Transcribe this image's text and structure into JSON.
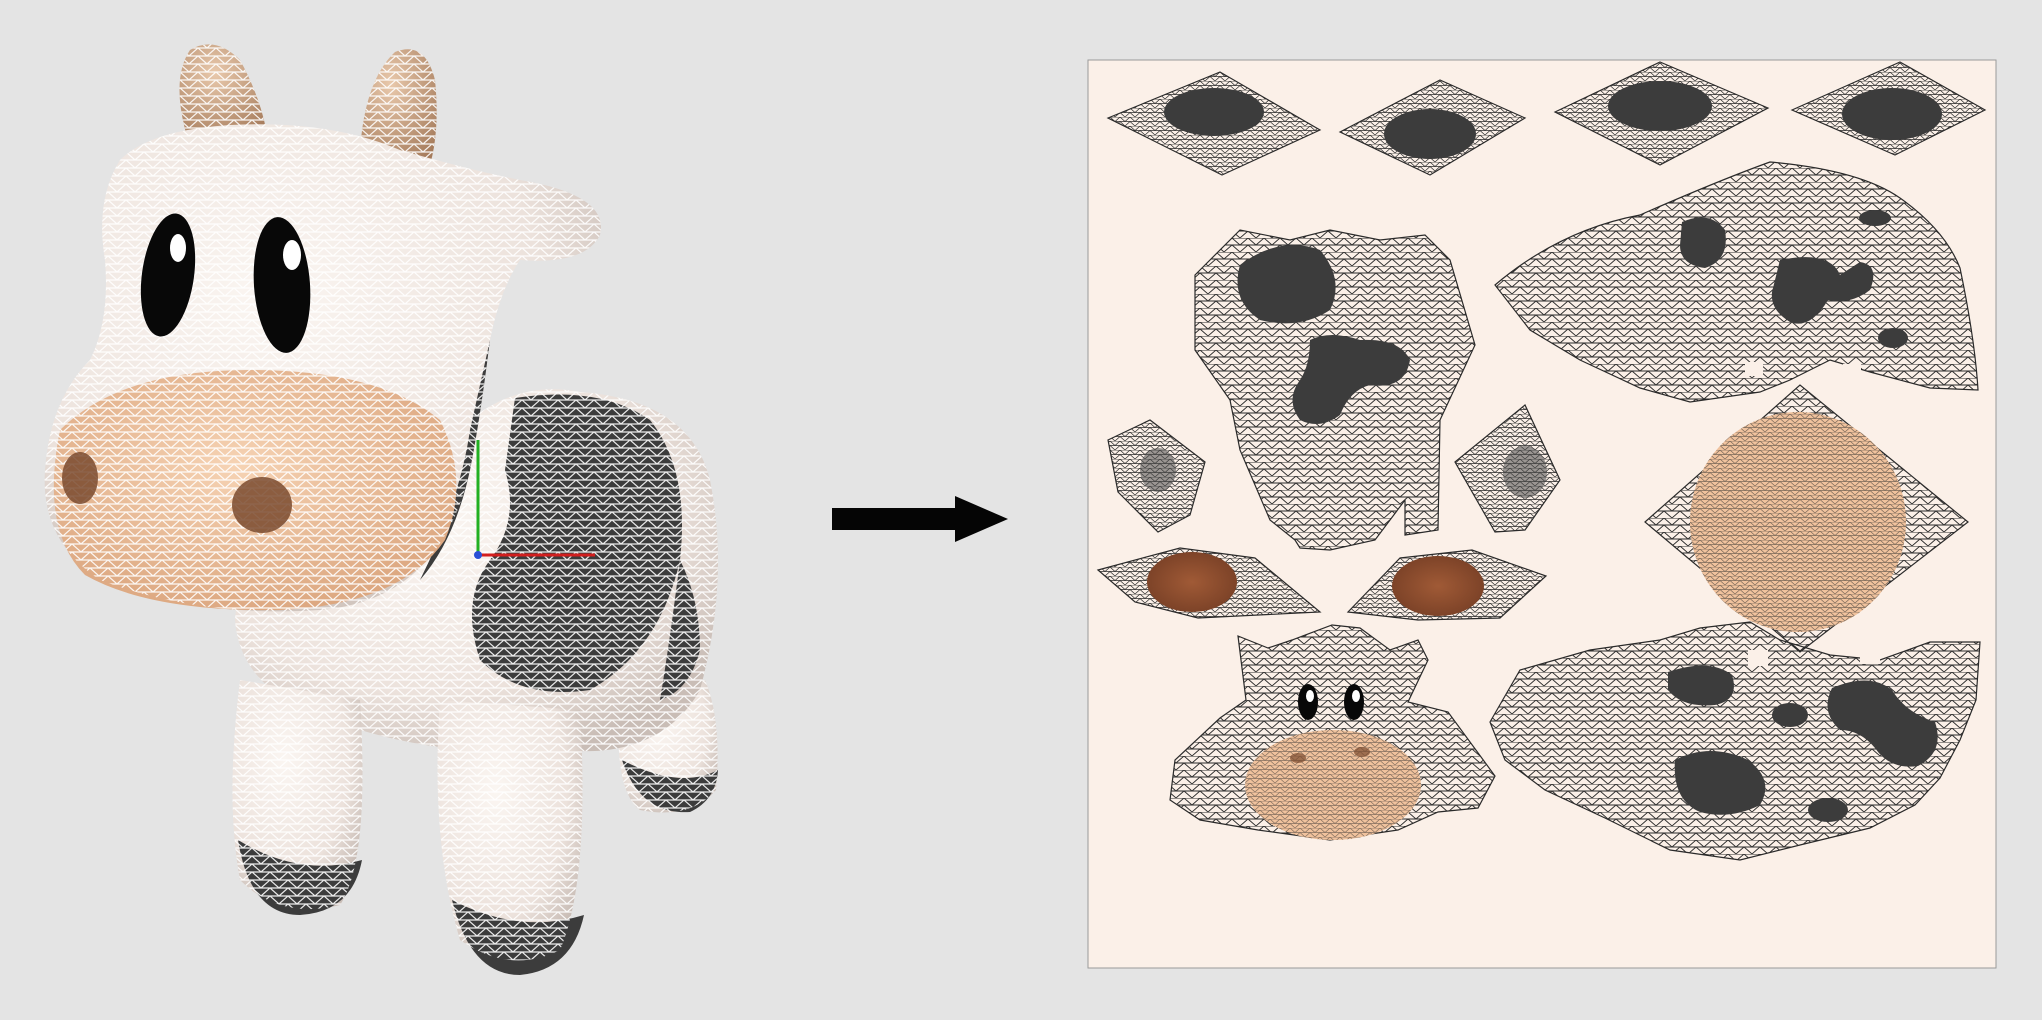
{
  "figure": {
    "left_item": "3d-cow-mesh-model",
    "arrow": "right-arrow-icon",
    "right_item": "uv-texture-atlas",
    "colors": {
      "background": "#e4e4e4",
      "atlas_background": "#fbf0e8",
      "cow_body": "#f6efeb",
      "cow_spots": "#3c3c3c",
      "snout": "#f0c29d",
      "nostril": "#7a4a2e",
      "wire_on_model": "#ffffff",
      "wire_on_atlas": "#2a2a2a",
      "axis_x": "#d21e1e",
      "axis_y": "#22b022",
      "axis_z": "#2a4fd6"
    },
    "atlas_charts": [
      "horn-chart",
      "horn-chart",
      "ear-chart",
      "ear-chart",
      "face-back-chart",
      "body-side-chart",
      "leg-chart",
      "leg-chart",
      "belly-chart",
      "nostril-chart",
      "nostril-chart",
      "face-front-chart",
      "body-side-chart"
    ]
  }
}
